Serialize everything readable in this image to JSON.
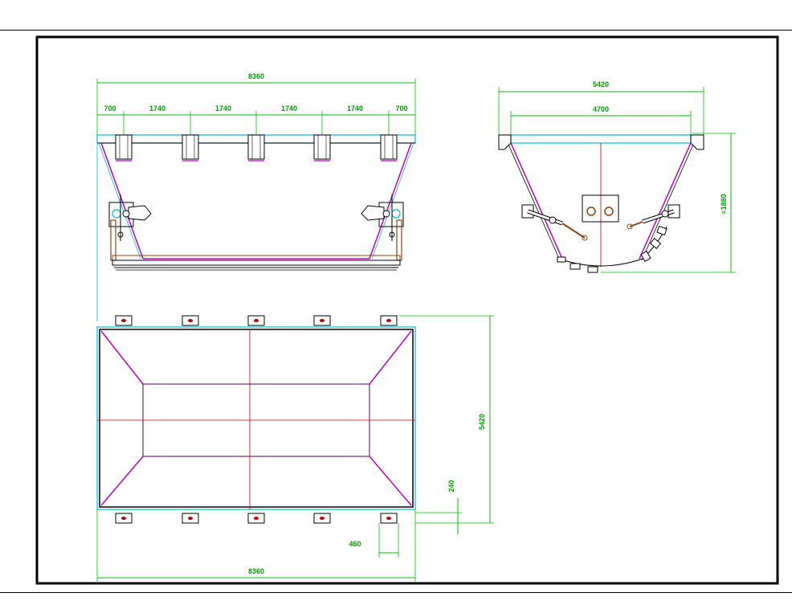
{
  "drawing": {
    "colors": {
      "frame": "#000000",
      "dimension": "#00c000",
      "outline_cyan": "#00bcd4",
      "magenta": "#c000c0",
      "centerline": "#c00000",
      "part_brown": "#8b4513"
    },
    "front_view": {
      "overall_width": "8360",
      "segments": [
        "700",
        "1740",
        "1740",
        "1740",
        "1740",
        "700"
      ]
    },
    "side_view": {
      "top_width": "5420",
      "inner_width": "4700",
      "height": "≈1880"
    },
    "plan_view": {
      "width": "8360",
      "depth": "5420",
      "lug_offset": "240",
      "lug_width": "460"
    }
  }
}
